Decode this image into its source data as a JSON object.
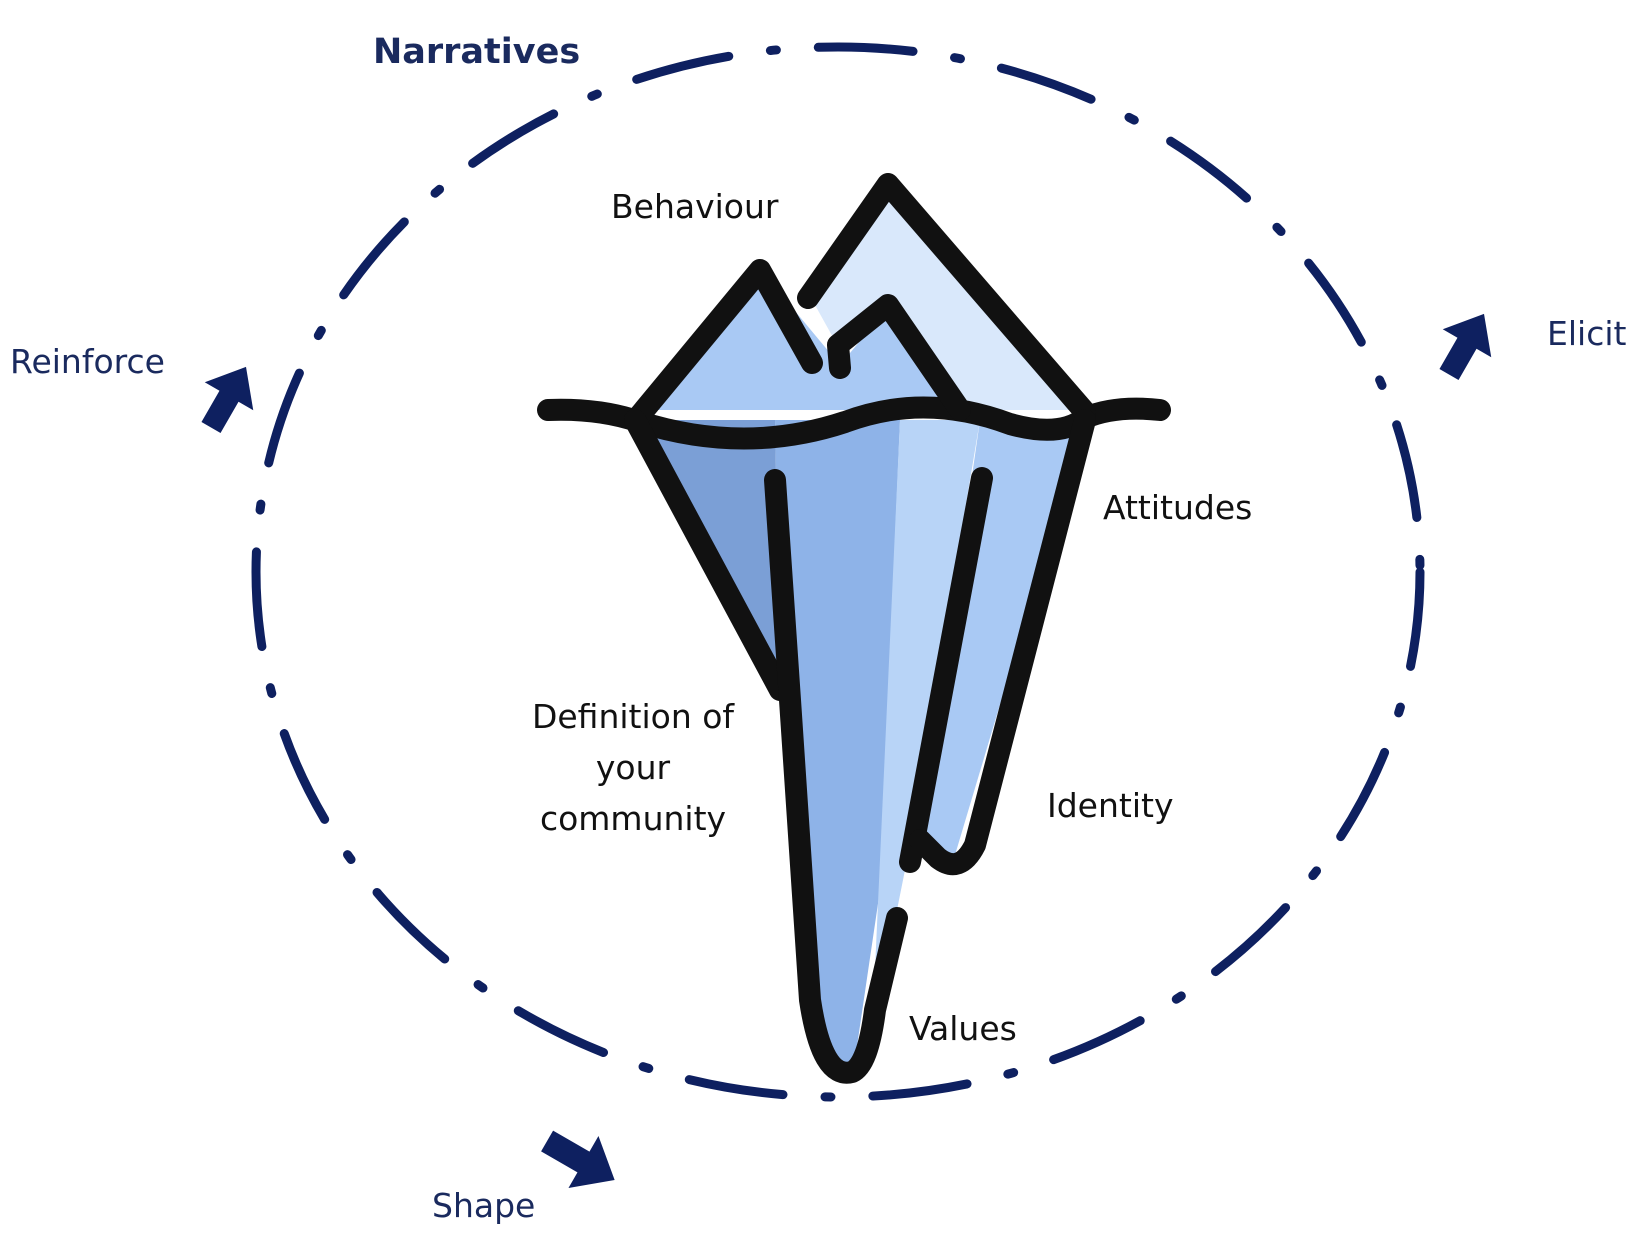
{
  "title": "Narratives",
  "cycle_labels": {
    "reinforce": "Reinforce",
    "elicit": "Elicit",
    "shape": "Shape"
  },
  "iceberg_labels": {
    "behaviour": "Behaviour",
    "attitudes": "Attitudes",
    "definition_line1": "Definition of",
    "definition_line2": "your",
    "definition_line3": "community",
    "identity": "Identity",
    "values": "Values"
  },
  "colors": {
    "cycle_stroke": "#0e2060",
    "arrow_fill": "#0e2060",
    "outline": "#111111",
    "ice_tip_left": "#a9c9f4",
    "ice_tip_right": "#d9e8fb",
    "ice_body_left": "#7b9fd6",
    "ice_body_center": "#8eb3e8",
    "ice_body_right": "#a9c9f4",
    "ice_spike_highlight": "#b8d4f7"
  }
}
